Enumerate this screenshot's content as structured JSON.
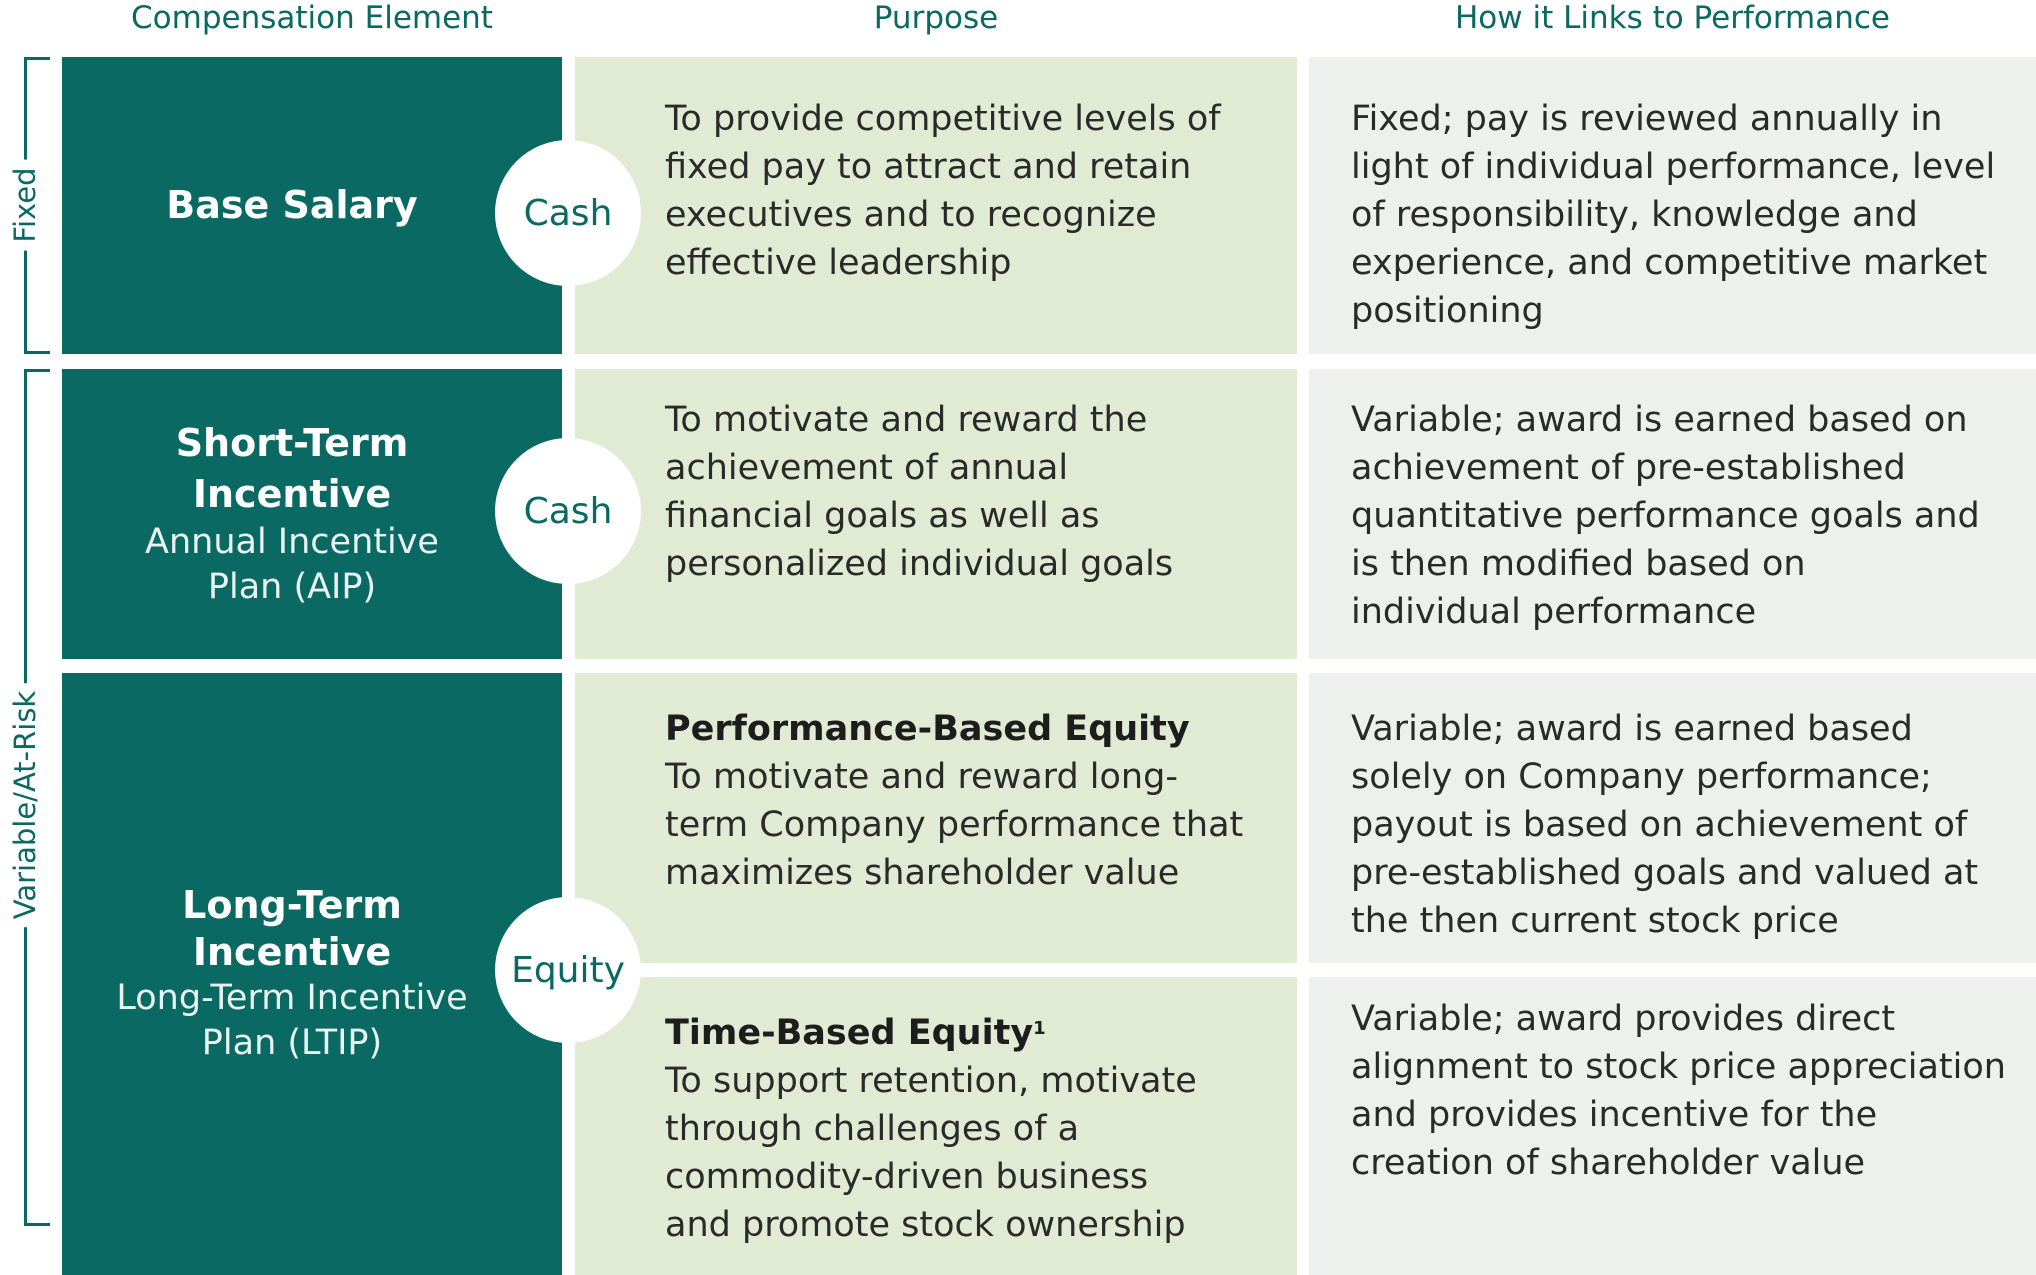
{
  "headers": {
    "element": "Compensation Element",
    "purpose": "Purpose",
    "performance": "How it Links to Performance"
  },
  "brackets": {
    "fixed": "Fixed",
    "variable": "Variable/At-Risk"
  },
  "rows": {
    "base": {
      "title": "Base Salary",
      "badge": "Cash",
      "purpose": "To provide competitive levels of fixed pay to attract and retain executives and to recognize effective leadership",
      "link": "Fixed; pay is reviewed annually in light of individual performance, level of responsibility, knowledge and experience, and competitive market positioning"
    },
    "sti": {
      "title": "Short-Term Incentive",
      "subtitle": "Annual Incentive Plan (AIP)",
      "badge": "Cash",
      "purpose": "To motivate and reward the achievement of annual financial goals as well as personalized individual goals",
      "link": "Variable; award is earned based on achievement of pre-established quantitative performance goals and is then modified based on individual performance"
    },
    "lti": {
      "title": "Long-Term Incentive",
      "subtitle": "Long-Term Incentive Plan (LTIP)",
      "badge": "Equity",
      "perf_heading": "Performance-Based Equity",
      "perf_purpose": "To motivate and reward long-term Company performance that maximizes shareholder value",
      "perf_link": "Variable; award is earned based solely on Company performance; payout is based on achievement of pre-established goals and valued at the then current stock price",
      "time_heading": "Time-Based Equity",
      "time_footnote": "1",
      "time_purpose": "To support retention, motivate through challenges of a commodity-driven business and promote stock ownership",
      "time_link": "Variable; award provides direct alignment to stock price appreciation and provides incentive for the creation of shareholder value"
    }
  }
}
